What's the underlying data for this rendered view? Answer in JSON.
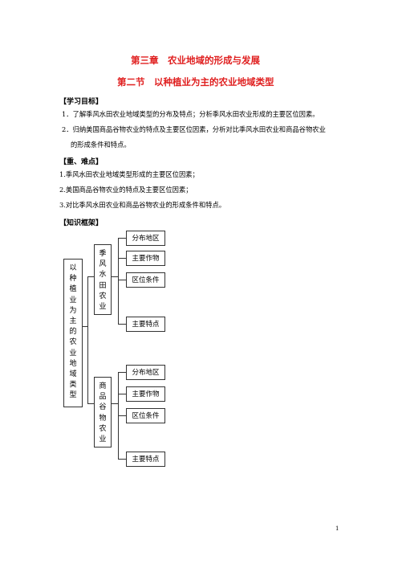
{
  "chapter_title": "第三章　农业地域的形成与发展",
  "section_title": "第二节　以种植业为主的农业地域类型",
  "objectives": {
    "heading": "【学习目标】",
    "items": [
      "1．了解季风水田农业地域类型的分布及特点；分析季风水田农业形成的主要区位因素。",
      "2．归纳美国商品谷物农业的特点及主要区位因素，分析对比季风水田农业和商品谷物农业",
      "的形成条件和特点。"
    ]
  },
  "key_points": {
    "heading": "【重、难点】",
    "items": [
      "1.季风水田农业地域类型形成的主要区位因素；",
      "2.美国商品谷物农业的特点及主要区位因素；",
      "3.对比季风水田农业和商品谷物农业的形成条件和特点。"
    ]
  },
  "framework": {
    "heading": "【知识框架】",
    "root": [
      "以",
      "种",
      "植",
      "业",
      "为",
      "主",
      "的",
      "农",
      "业",
      "地",
      "域",
      "类",
      "型"
    ],
    "branch1": {
      "chars": [
        "季",
        "风",
        "水",
        "田",
        "农",
        "业"
      ],
      "leaves": [
        "分布地区",
        "主要作物",
        "区位条件",
        "主要特点"
      ]
    },
    "branch2": {
      "chars": [
        "商",
        "品",
        "谷",
        "物",
        "农",
        "业"
      ],
      "leaves": [
        "分布地区",
        "主要作物",
        "区位条件",
        "主要特点"
      ]
    }
  },
  "page_number": "1"
}
